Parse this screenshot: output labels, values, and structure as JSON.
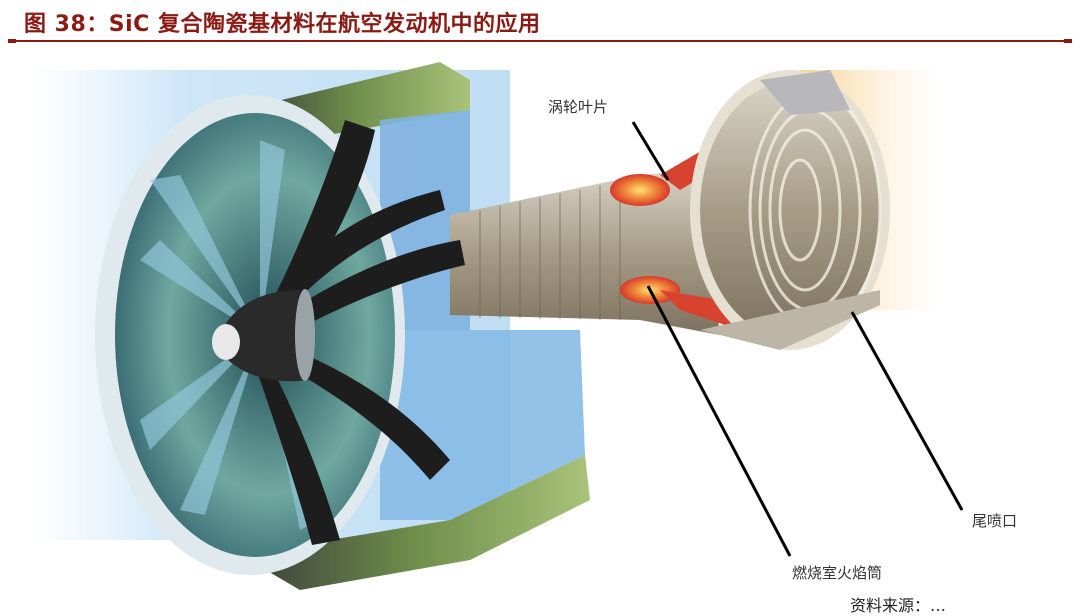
{
  "figure": {
    "title": "图 38：SiC 复合陶瓷基材料在航空发动机中的应用",
    "title_color": "#8b1a14",
    "labels": {
      "turbine_blade": "涡轮叶片",
      "combustor_liner": "燃烧室火焰筒",
      "exhaust_nozzle": "尾喷口"
    },
    "source_partial": "资料来源：…"
  }
}
